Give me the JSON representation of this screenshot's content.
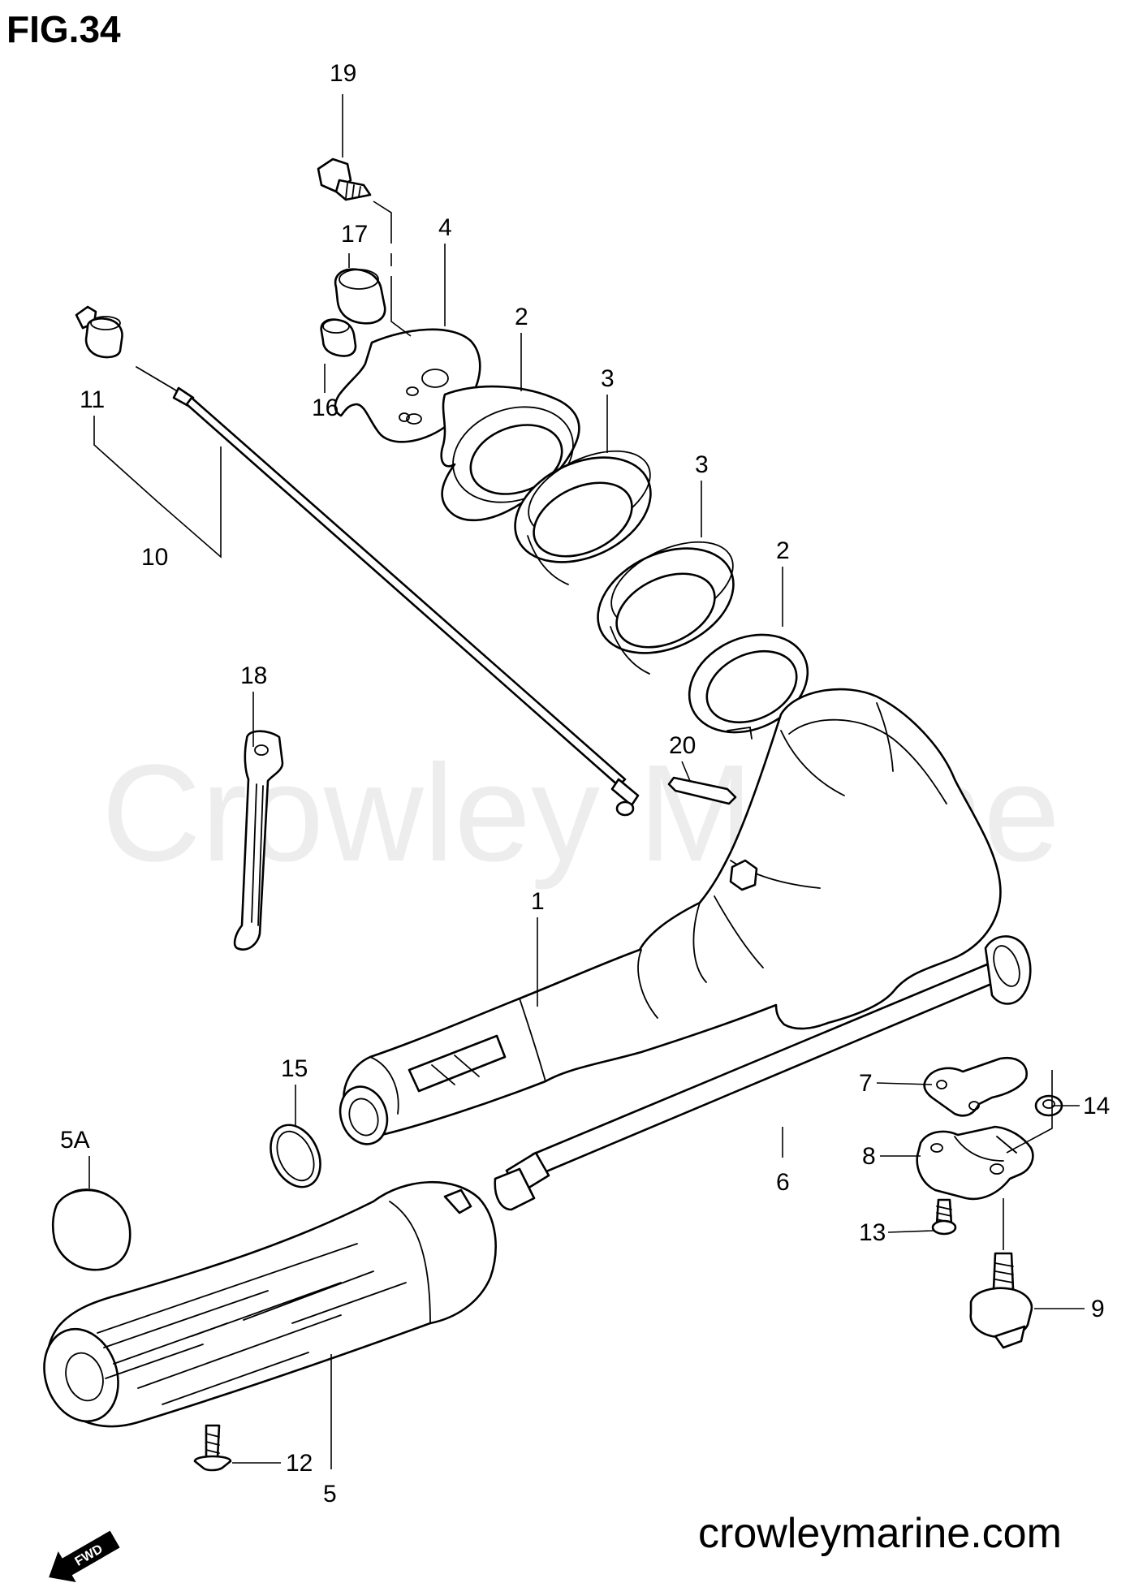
{
  "figure": {
    "title": "FIG.34",
    "watermark": "Crowley Marine",
    "website": "crowleymarine.com",
    "direction_badge": "FWD"
  },
  "callouts": [
    {
      "id": "c19",
      "label": "19"
    },
    {
      "id": "c17",
      "label": "17"
    },
    {
      "id": "c4",
      "label": "4"
    },
    {
      "id": "c16",
      "label": "16"
    },
    {
      "id": "c11",
      "label": "11"
    },
    {
      "id": "c10",
      "label": "10"
    },
    {
      "id": "c2a",
      "label": "2"
    },
    {
      "id": "c3a",
      "label": "3"
    },
    {
      "id": "c3b",
      "label": "3"
    },
    {
      "id": "c2b",
      "label": "2"
    },
    {
      "id": "c18",
      "label": "18"
    },
    {
      "id": "c20",
      "label": "20"
    },
    {
      "id": "c1",
      "label": "1"
    },
    {
      "id": "c15",
      "label": "15"
    },
    {
      "id": "c14",
      "label": "14"
    },
    {
      "id": "c7",
      "label": "7"
    },
    {
      "id": "c8",
      "label": "8"
    },
    {
      "id": "c6",
      "label": "6"
    },
    {
      "id": "c5A",
      "label": "5A"
    },
    {
      "id": "c13",
      "label": "13"
    },
    {
      "id": "c9",
      "label": "9"
    },
    {
      "id": "c5",
      "label": "5"
    },
    {
      "id": "c12",
      "label": "12"
    }
  ]
}
